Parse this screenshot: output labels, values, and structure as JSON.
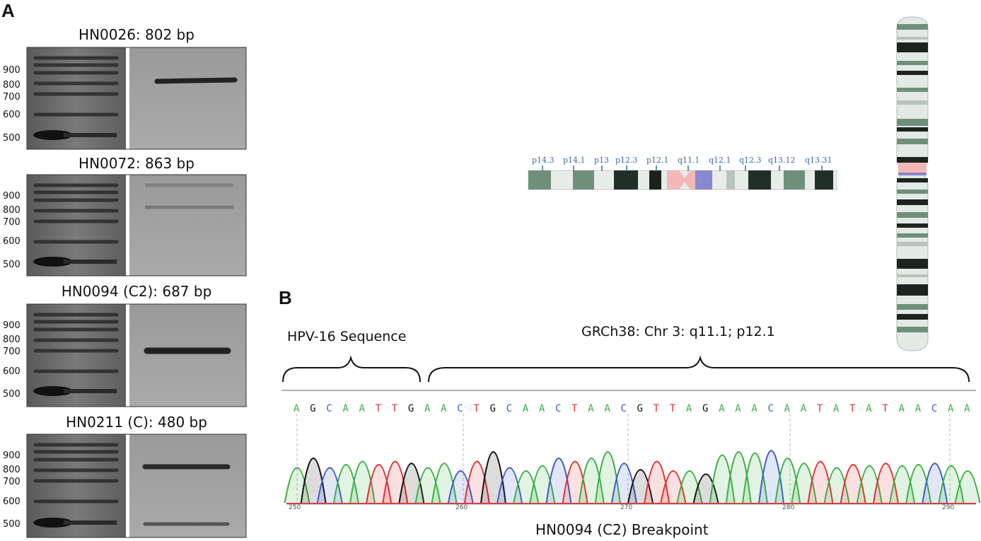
{
  "panels": {
    "a_label": "A",
    "b_label": "B"
  },
  "gels": [
    {
      "title": "HN0026: 802 bp",
      "ladder": [
        "900",
        "800",
        "700",
        "600",
        "500"
      ]
    },
    {
      "title": "HN0072: 863 bp",
      "ladder": [
        "900",
        "800",
        "700",
        "600",
        "500"
      ]
    },
    {
      "title": "HN0094 (C2): 687 bp",
      "ladder": [
        "900",
        "800",
        "700",
        "600",
        "500"
      ]
    },
    {
      "title": "HN0211 (C): 480 bp",
      "ladder": [
        "900",
        "800",
        "700",
        "600",
        "500"
      ]
    }
  ],
  "ideogram": {
    "bands": [
      "p14.3",
      "p14.1",
      "p13",
      "p12.3",
      "p12.1",
      "q11.1",
      "q12.1",
      "q12.3",
      "q13.12",
      "q13.31"
    ]
  },
  "sequence": {
    "hpv_label": "HPV-16 Sequence",
    "grch_label": "GRCh38: Chr 3: q11.1; p12.1",
    "bases": "AGCAATTGAACTGCAACTAACGTTAGAAACAATATATAACAA",
    "positions": [
      "250",
      "260",
      "270",
      "280",
      "290"
    ],
    "caption": "HN0094 (C2) Breakpoint",
    "colors": {
      "A": "#3cb043",
      "C": "#3a5cc7",
      "G": "#111111",
      "T": "#e03030"
    }
  }
}
